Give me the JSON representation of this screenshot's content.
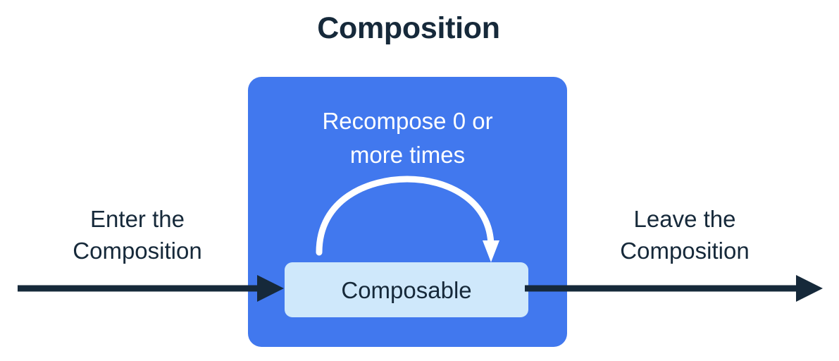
{
  "diagram": {
    "title": "Composition",
    "colors": {
      "background": "#ffffff",
      "composition_blue": "#4178ee",
      "composable_light_blue": "#cfe8fb",
      "text_navy": "#16293a",
      "arrow_white": "#ffffff"
    },
    "composition_box": {
      "name": "Composition",
      "recompose_caption": {
        "line1": "Recompose 0 or",
        "line2": "more times",
        "full_text": "Recompose 0 or more times"
      },
      "composable_node": {
        "label": "Composable"
      },
      "recompose_arrow": {
        "label": "recompose-loop-arrow",
        "direction": "left-to-right-curved-down"
      }
    },
    "enter": {
      "line1": "Enter the",
      "line2": "Composition",
      "full_text": "Enter the Composition",
      "arrow": "enter-flow-arrow"
    },
    "leave": {
      "line1": "Leave the",
      "line2": "Composition",
      "full_text": "Leave the Composition",
      "arrow": "leave-flow-arrow"
    }
  }
}
